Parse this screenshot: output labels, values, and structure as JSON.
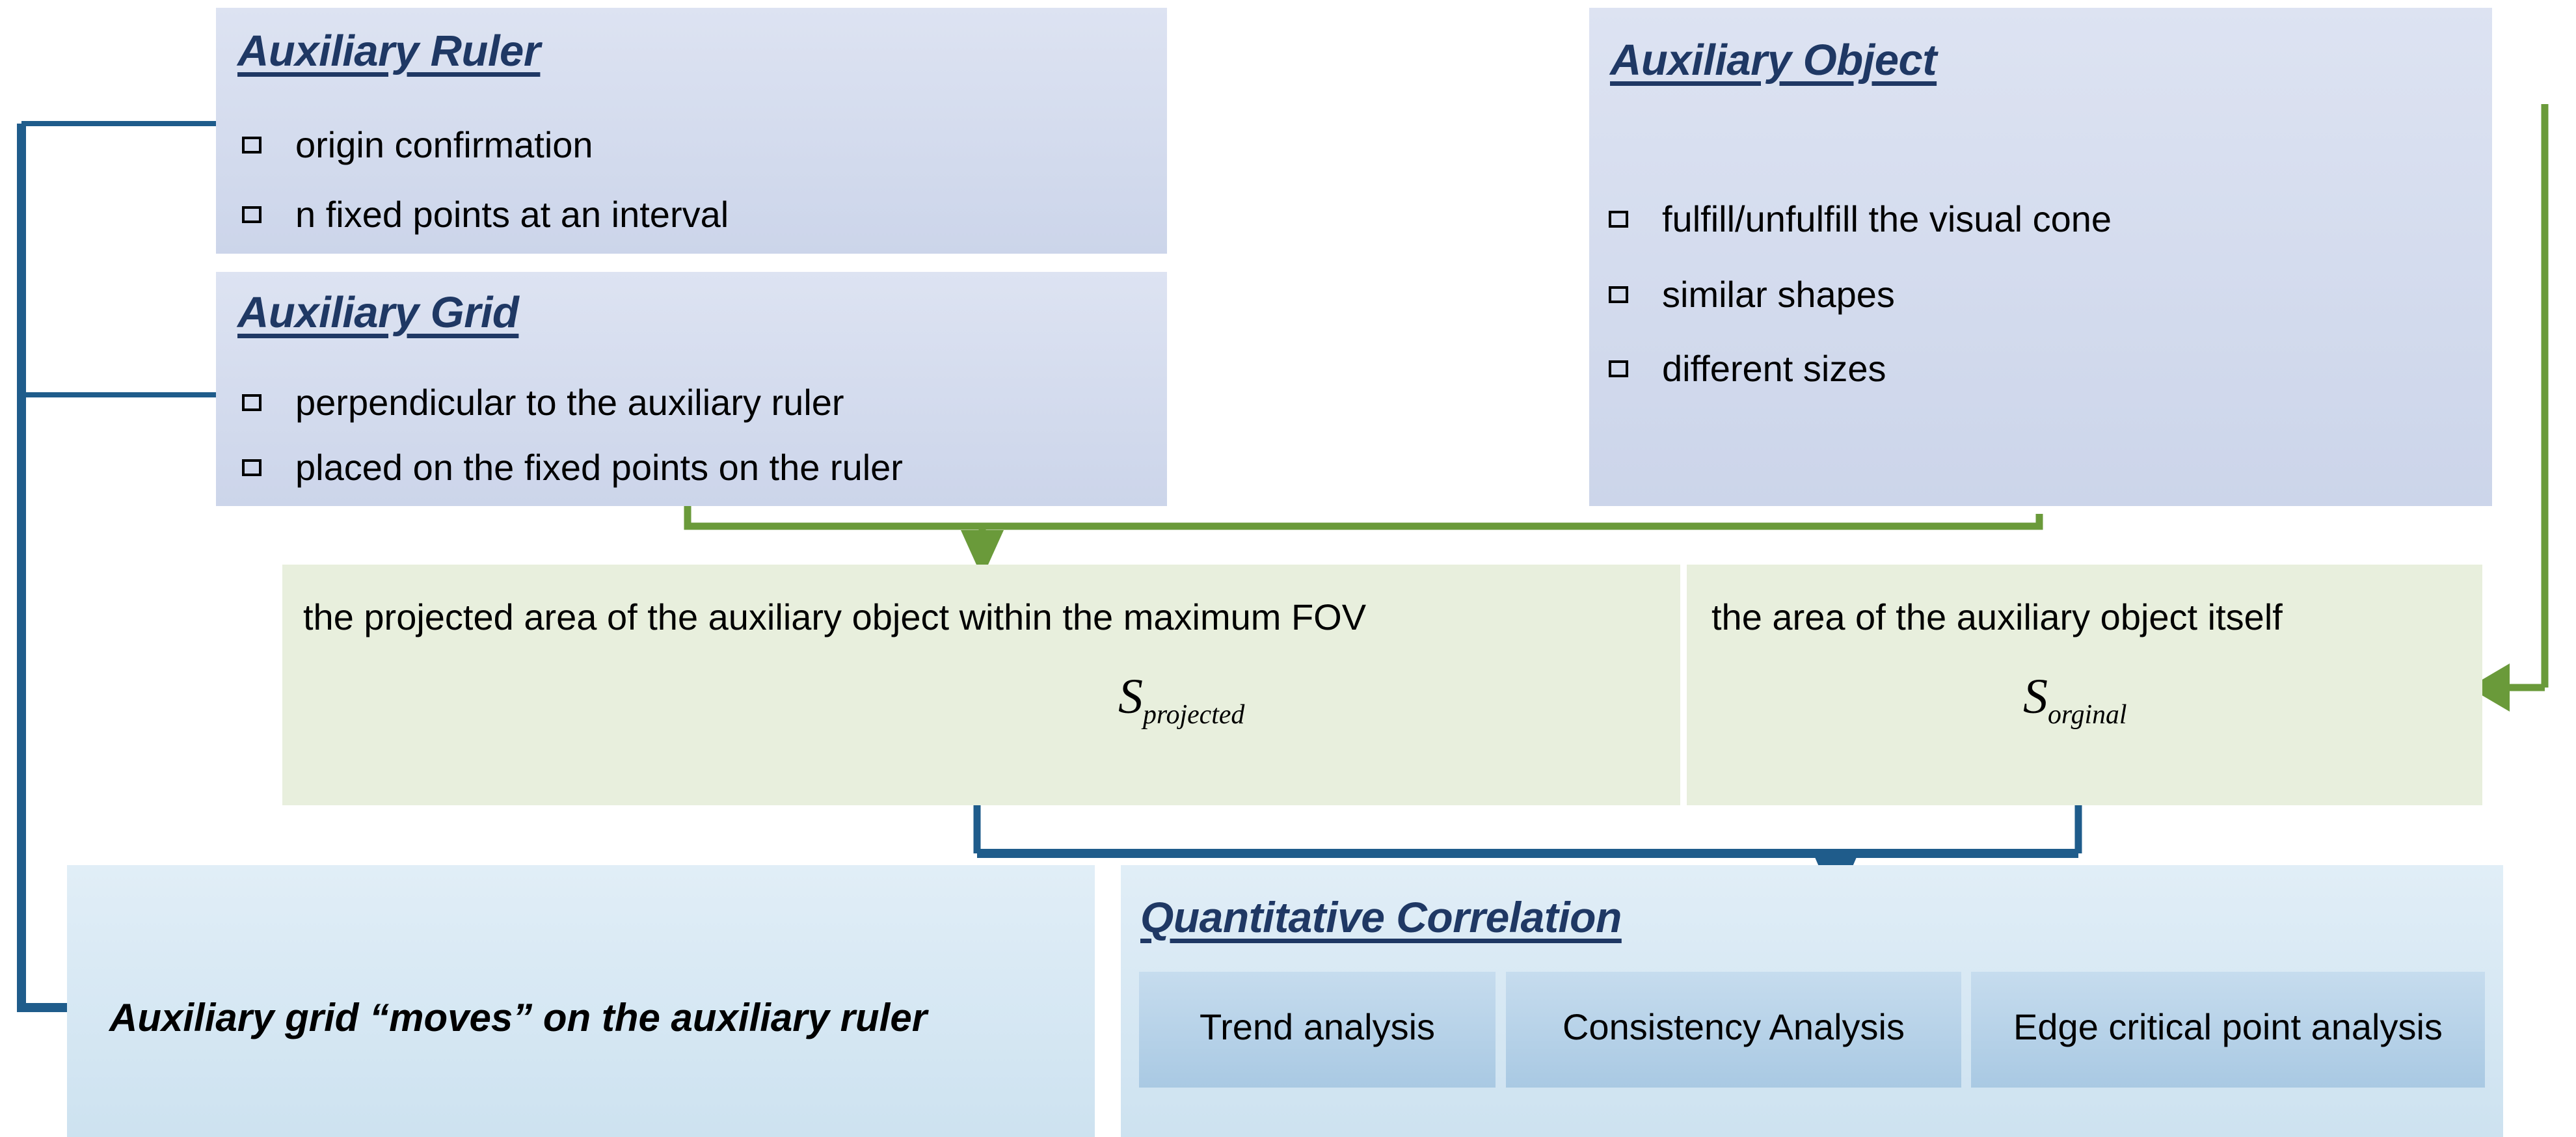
{
  "colors": {
    "heading_navy": "#1f3864",
    "blue_card_top": "#dde3f2",
    "blue_card_bottom": "#ccd5ea",
    "green_card": "#e8efdd",
    "lightblue_card_top": "#e1eef7",
    "lightblue_card_bottom": "#cde2f0",
    "analysis_chip_top": "#c6dcee",
    "analysis_chip_bottom": "#a9c9e3",
    "connector_blue": "#1f5c8b",
    "connector_green": "#6a9a3a"
  },
  "auxiliary_ruler": {
    "title": "Auxiliary Ruler",
    "bullets": [
      "origin confirmation",
      "n fixed points at an interval"
    ]
  },
  "auxiliary_grid": {
    "title": "Auxiliary Grid",
    "bullets": [
      "perpendicular to the auxiliary ruler",
      "placed on the  fixed points on the ruler"
    ]
  },
  "auxiliary_object": {
    "title": "Auxiliary Object",
    "bullets": [
      "fulfill/unfulfill the visual cone",
      "similar shapes",
      "different sizes"
    ]
  },
  "projected_area": {
    "text": "the projected area of the auxiliary object within the maximum FOV",
    "symbol_base": "S",
    "symbol_sub": "projected"
  },
  "original_area": {
    "text": "the area of the auxiliary object itself",
    "symbol_base": "S",
    "symbol_sub": "orginal"
  },
  "moves_banner": {
    "text": "Auxiliary grid  “moves”  on the auxiliary ruler"
  },
  "quantitative_correlation": {
    "title": "Quantitative Correlation",
    "chips": [
      "Trend analysis",
      "Consistency Analysis",
      "Edge critical point analysis"
    ]
  },
  "bullet_glyph": "empty-square-checkbox"
}
